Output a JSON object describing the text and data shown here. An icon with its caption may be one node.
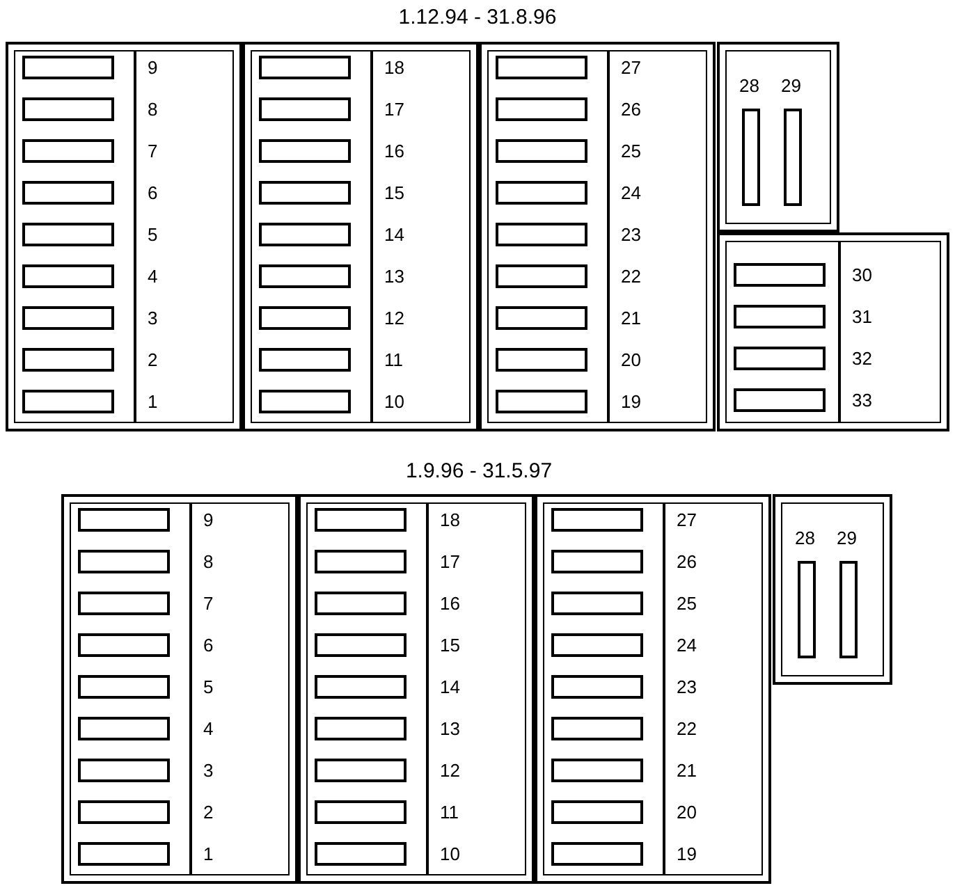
{
  "diagram": {
    "nodes": [
      {
        "text": [
          "1.12.94 - 31.8.96"
        ]
      },
      {
        "text": [],
        "shape": "box",
        "in": 0
      },
      {
        "text": [],
        "shape": "box",
        "in": 1,
        "beside": [
          "9"
        ]
      },
      {
        "text": [],
        "shape": "box",
        "in": 1,
        "beside": [
          "8"
        ]
      },
      {
        "text": [],
        "shape": "box",
        "in": 1,
        "beside": [
          "7"
        ]
      },
      {
        "text": [],
        "shape": "box",
        "in": 1,
        "beside": [
          "6"
        ]
      },
      {
        "text": [],
        "shape": "box",
        "in": 1,
        "beside": [
          "5"
        ]
      },
      {
        "text": [],
        "shape": "box",
        "in": 1,
        "beside": [
          "4"
        ]
      },
      {
        "text": [],
        "shape": "box",
        "in": 1,
        "beside": [
          "3"
        ]
      },
      {
        "text": [],
        "shape": "box",
        "in": 1,
        "beside": [
          "2"
        ]
      },
      {
        "text": [],
        "shape": "box",
        "in": 1,
        "beside": [
          "1"
        ]
      },
      {
        "text": [],
        "shape": "box",
        "in": 0
      },
      {
        "text": [],
        "shape": "box",
        "in": 11,
        "beside": [
          "18"
        ]
      },
      {
        "text": [],
        "shape": "box",
        "in": 11,
        "beside": [
          "17"
        ]
      },
      {
        "text": [],
        "shape": "box",
        "in": 11,
        "beside": [
          "16"
        ]
      },
      {
        "text": [],
        "shape": "box",
        "in": 11,
        "beside": [
          "15"
        ]
      },
      {
        "text": [],
        "shape": "box",
        "in": 11,
        "beside": [
          "14"
        ]
      },
      {
        "text": [],
        "shape": "box",
        "in": 11,
        "beside": [
          "13"
        ]
      },
      {
        "text": [],
        "shape": "box",
        "in": 11,
        "beside": [
          "12"
        ]
      },
      {
        "text": [],
        "shape": "box",
        "in": 11,
        "beside": [
          "11"
        ]
      },
      {
        "text": [],
        "shape": "box",
        "in": 11,
        "beside": [
          "10"
        ]
      },
      {
        "text": [],
        "shape": "box",
        "in": 0
      },
      {
        "text": [],
        "shape": "box",
        "in": 21,
        "beside": [
          "27"
        ]
      },
      {
        "text": [],
        "shape": "box",
        "in": 21,
        "beside": [
          "26"
        ]
      },
      {
        "text": [],
        "shape": "box",
        "in": 21,
        "beside": [
          "25"
        ]
      },
      {
        "text": [],
        "shape": "box",
        "in": 21,
        "beside": [
          "24"
        ]
      },
      {
        "text": [],
        "shape": "box",
        "in": 21,
        "beside": [
          "23"
        ]
      },
      {
        "text": [],
        "shape": "box",
        "in": 21,
        "beside": [
          "22"
        ]
      },
      {
        "text": [],
        "shape": "box",
        "in": 21,
        "beside": [
          "21"
        ]
      },
      {
        "text": [],
        "shape": "box",
        "in": 21,
        "beside": [
          "20"
        ]
      },
      {
        "text": [],
        "shape": "box",
        "in": 21,
        "beside": [
          "19"
        ]
      },
      {
        "text": [],
        "shape": "box",
        "in": 0
      },
      {
        "text": [],
        "shape": "box",
        "in": 31,
        "beside": [
          "28"
        ]
      },
      {
        "text": [],
        "shape": "box",
        "in": 31,
        "beside": [
          "29"
        ]
      },
      {
        "text": [],
        "shape": "box",
        "in": 0
      },
      {
        "text": [],
        "shape": "box",
        "in": 34,
        "beside": [
          "30"
        ]
      },
      {
        "text": [],
        "shape": "box",
        "in": 34,
        "beside": [
          "31"
        ]
      },
      {
        "text": [],
        "shape": "box",
        "in": 34,
        "beside": [
          "32"
        ]
      },
      {
        "text": [],
        "shape": "box",
        "in": 34,
        "beside": [
          "33"
        ]
      },
      {
        "text": [
          "1.9.96 - 31.5.97"
        ]
      },
      {
        "text": [],
        "shape": "box",
        "in": 39
      },
      {
        "text": [],
        "shape": "box",
        "in": 40,
        "beside": [
          "9"
        ]
      },
      {
        "text": [],
        "shape": "box",
        "in": 40,
        "beside": [
          "8"
        ]
      },
      {
        "text": [],
        "shape": "box",
        "in": 40,
        "beside": [
          "7"
        ]
      },
      {
        "text": [],
        "shape": "box",
        "in": 40,
        "beside": [
          "6"
        ]
      },
      {
        "text": [],
        "shape": "box",
        "in": 40,
        "beside": [
          "5"
        ]
      },
      {
        "text": [],
        "shape": "box",
        "in": 40,
        "beside": [
          "4"
        ]
      },
      {
        "text": [],
        "shape": "box",
        "in": 40,
        "beside": [
          "3"
        ]
      },
      {
        "text": [],
        "shape": "box",
        "in": 40,
        "beside": [
          "2"
        ]
      },
      {
        "text": [],
        "shape": "box",
        "in": 40,
        "beside": [
          "1"
        ]
      },
      {
        "text": [],
        "shape": "box",
        "in": 39
      },
      {
        "text": [],
        "shape": "box",
        "in": 50,
        "beside": [
          "18"
        ]
      },
      {
        "text": [],
        "shape": "box",
        "in": 50,
        "beside": [
          "17"
        ]
      },
      {
        "text": [],
        "shape": "box",
        "in": 50,
        "beside": [
          "16"
        ]
      },
      {
        "text": [],
        "shape": "box",
        "in": 50,
        "beside": [
          "15"
        ]
      },
      {
        "text": [],
        "shape": "box",
        "in": 50,
        "beside": [
          "14"
        ]
      },
      {
        "text": [],
        "shape": "box",
        "in": 50,
        "beside": [
          "13"
        ]
      },
      {
        "text": [],
        "shape": "box",
        "in": 50,
        "beside": [
          "12"
        ]
      },
      {
        "text": [],
        "shape": "box",
        "in": 50,
        "beside": [
          "11"
        ]
      },
      {
        "text": [],
        "shape": "box",
        "in": 50,
        "beside": [
          "10"
        ]
      },
      {
        "text": [],
        "shape": "box",
        "in": 39
      },
      {
        "text": [],
        "shape": "box",
        "in": 60,
        "beside": [
          "27"
        ]
      },
      {
        "text": [],
        "shape": "box",
        "in": 60,
        "beside": [
          "26"
        ]
      },
      {
        "text": [],
        "shape": "box",
        "in": 60,
        "beside": [
          "25"
        ]
      },
      {
        "text": [],
        "shape": "box",
        "in": 60,
        "beside": [
          "24"
        ]
      },
      {
        "text": [],
        "shape": "box",
        "in": 60,
        "beside": [
          "23"
        ]
      },
      {
        "text": [],
        "shape": "box",
        "in": 60,
        "beside": [
          "22"
        ]
      },
      {
        "text": [],
        "shape": "box",
        "in": 60,
        "beside": [
          "21"
        ]
      },
      {
        "text": [],
        "shape": "box",
        "in": 60,
        "beside": [
          "20"
        ]
      },
      {
        "text": [],
        "shape": "box",
        "in": 60,
        "beside": [
          "19"
        ]
      },
      {
        "text": [],
        "shape": "box",
        "in": 39
      },
      {
        "text": [],
        "shape": "box",
        "in": 70,
        "beside": [
          "28"
        ]
      },
      {
        "text": [],
        "shape": "box",
        "in": 70,
        "beside": [
          "29"
        ]
      }
    ]
  }
}
